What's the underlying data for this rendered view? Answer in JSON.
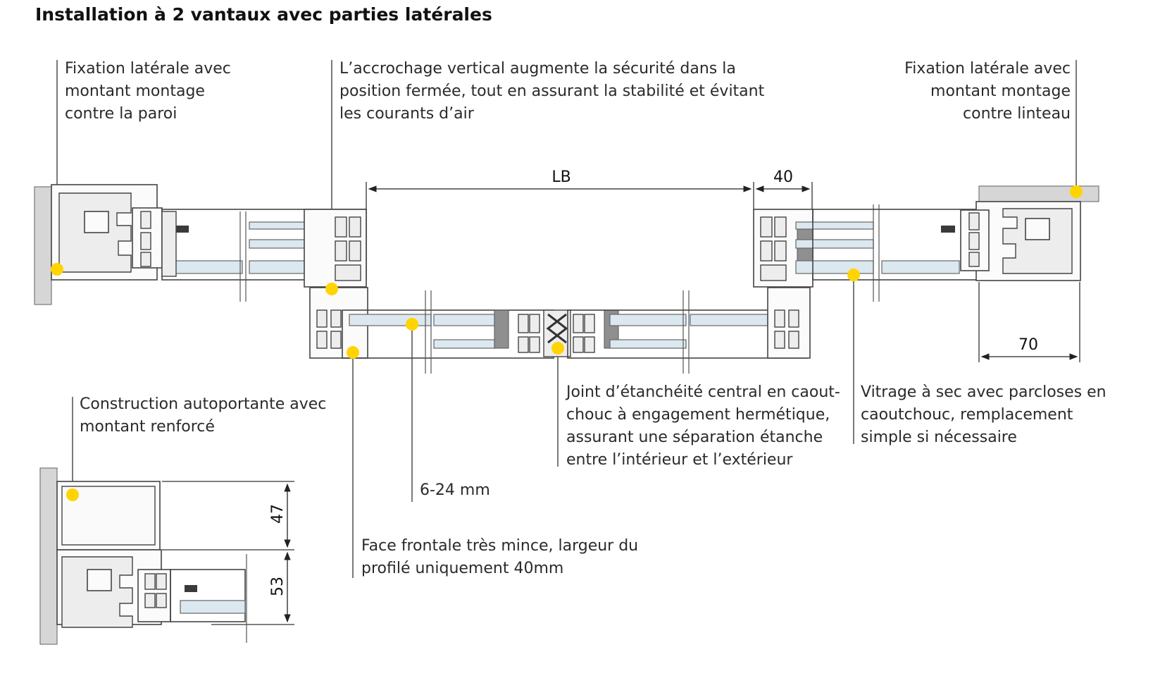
{
  "title": "Installation à 2 vantaux avec parties latérales",
  "annotations": {
    "left_fixation": [
      "Fixation latérale avec",
      "montant montage",
      "contre la paroi"
    ],
    "vertical_hook": [
      "L’accrochage vertical augmente la sécurité dans la",
      "position fermée, tout en assurant la stabilité et évitant",
      "les courants d’air"
    ],
    "right_fixation": [
      "Fixation latérale avec",
      "montant montage",
      "contre linteau"
    ],
    "self_supporting": [
      "Construction autoportante avec",
      "montant renforcé"
    ],
    "glass_thickness": [
      "6-24 mm"
    ],
    "central_seal": [
      "Joint d’étanchéité central en caout-",
      "chouc à engagement hermétique,",
      "assurant une séparation étanche",
      "entre l’intérieur et l’extérieur"
    ],
    "dry_glazing": [
      "Vitrage à sec avec parcloses en",
      "caoutchouc, remplacement",
      "simple si nécessaire"
    ],
    "slim_face": [
      "Face frontale très mince, largeur du",
      "profilé uniquement 40mm"
    ]
  },
  "dimensions": {
    "lb": "LB",
    "profile_width": "40",
    "side_width": "70",
    "upper_height": "47",
    "lower_height": "53"
  },
  "colors": {
    "highlight_dot": "#ffd400",
    "wall": "#d6d6d6",
    "glass": "#dce8ef"
  }
}
